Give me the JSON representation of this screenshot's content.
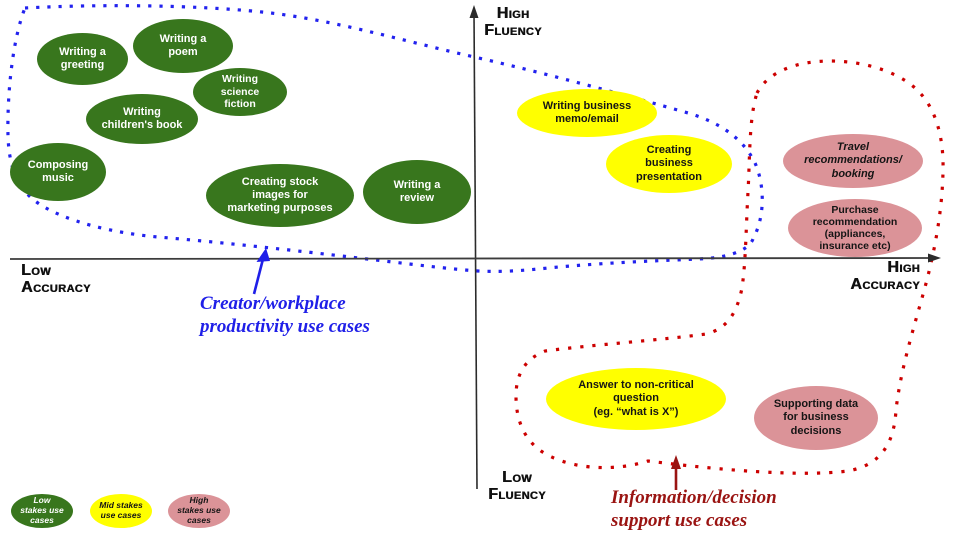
{
  "diagram": {
    "axes": {
      "y_top": "High\nFluency",
      "y_bottom": "Low\nFluency",
      "x_left": "Low\nAccuracy",
      "x_right": "High\nAccuracy"
    },
    "use_cases": [
      {
        "label": "Writing a\ngreeting",
        "stakes": "low",
        "group": "creator-workplace"
      },
      {
        "label": "Writing a\npoem",
        "stakes": "low",
        "group": "creator-workplace"
      },
      {
        "label": "Writing\nscience\nfiction",
        "stakes": "low",
        "group": "creator-workplace"
      },
      {
        "label": "Writing\nchildren's book",
        "stakes": "low",
        "group": "creator-workplace"
      },
      {
        "label": "Composing\nmusic",
        "stakes": "low",
        "group": "creator-workplace"
      },
      {
        "label": "Creating stock\nimages for\nmarketing purposes",
        "stakes": "low",
        "group": "creator-workplace"
      },
      {
        "label": "Writing a\nreview",
        "stakes": "low",
        "group": "creator-workplace"
      },
      {
        "label": "Writing business\nmemo/email",
        "stakes": "mid",
        "group": "creator-workplace"
      },
      {
        "label": "Creating\nbusiness\npresentation",
        "stakes": "mid",
        "group": "creator-workplace"
      },
      {
        "label": "Answer to non-critical\nquestion\n(eg. “what is X”)",
        "stakes": "mid",
        "group": "information-decision"
      },
      {
        "label": "Travel\nrecommendations/\nbooking",
        "stakes": "high",
        "group": "information-decision"
      },
      {
        "label": "Purchase\nrecommendation\n(appliances,\ninsurance etc)",
        "stakes": "high",
        "group": "information-decision"
      },
      {
        "label": "Supporting data\nfor business\ndecisions",
        "stakes": "high",
        "group": "information-decision"
      }
    ],
    "annotations": {
      "creator_workplace": {
        "text": "Creator/workplace\nproductivity use cases",
        "color": "#1f1fe8"
      },
      "information_decision": {
        "text": "Information/decision\nsupport use cases",
        "color": "#9a1412"
      }
    },
    "legend": [
      {
        "label": "Low\nstakes use\ncases",
        "stakes": "low"
      },
      {
        "label": "Mid stakes\nuse cases",
        "stakes": "mid"
      },
      {
        "label": "High\nstakes use\ncases",
        "stakes": "high"
      }
    ],
    "palette": {
      "low_stakes_fill": "#38761d",
      "mid_stakes_fill": "#ffff00",
      "high_stakes_fill": "#db9398",
      "creator_outline_dots": "#2222ee",
      "information_outline_dots": "#cc0000",
      "axis_color": "#3c3c3c"
    }
  }
}
